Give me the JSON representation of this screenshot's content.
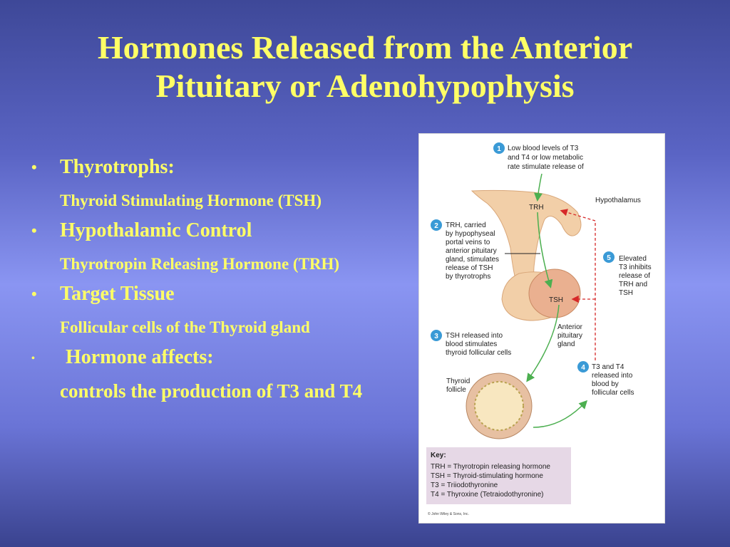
{
  "title": {
    "line1": "Hormones Released from the Anterior",
    "line2": "Pituitary or Adenohypophysis"
  },
  "bullets": [
    {
      "heading": "Thyrotrophs:",
      "detail": "Thyroid Stimulating Hormone (TSH)"
    },
    {
      "heading": "Hypothalamic Control",
      "detail": "Thyrotropin Releasing Hormone (TRH)"
    },
    {
      "heading": "Target Tissue",
      "detail": "Follicular cells of the Thyroid gland"
    },
    {
      "heading": "Hormone affects:",
      "detail": "controls the production of T3 and T4"
    }
  ],
  "diagram": {
    "steps": [
      {
        "num": "1",
        "lines": [
          "Low blood levels of T3",
          "and T4 or low metabolic",
          "rate stimulate release of"
        ]
      },
      {
        "num": "2",
        "lines": [
          "TRH, carried",
          "by hypophyseal",
          "portal veins to",
          "anterior pituitary",
          "gland, stimulates",
          "release of TSH",
          "by thyrotrophs"
        ]
      },
      {
        "num": "3",
        "lines": [
          "TSH released into",
          "blood stimulates",
          "thyroid follicular cells"
        ]
      },
      {
        "num": "4",
        "lines": [
          "T3 and T4",
          "released into",
          "blood by",
          "follicular cells"
        ]
      },
      {
        "num": "5",
        "lines": [
          "Elevated",
          "T3 inhibits",
          "release of",
          "TRH and",
          "TSH"
        ]
      }
    ],
    "labels": {
      "hypothalamus": "Hypothalamus",
      "trh": "TRH",
      "tsh": "TSH",
      "anterior_pituitary": [
        "Anterior",
        "pituitary",
        "gland"
      ],
      "thyroid_follicle": [
        "Thyroid",
        "follicle"
      ]
    },
    "key": {
      "title": "Key:",
      "lines": [
        "TRH = Thyrotropin releasing hormone",
        "TSH = Thyroid-stimulating hormone",
        "T3 = Triiodothyronine",
        "T4 = Thyroxine (Tetraiodothyronine)"
      ]
    },
    "copyright": "© John Wiley & Sons, Inc.",
    "colors": {
      "step_circle": "#3a9ad6",
      "green_arrow": "#4caf50",
      "red_dashed": "#d62828",
      "tissue": "#f2cfa8",
      "key_bg": "#e6d8e6"
    }
  }
}
